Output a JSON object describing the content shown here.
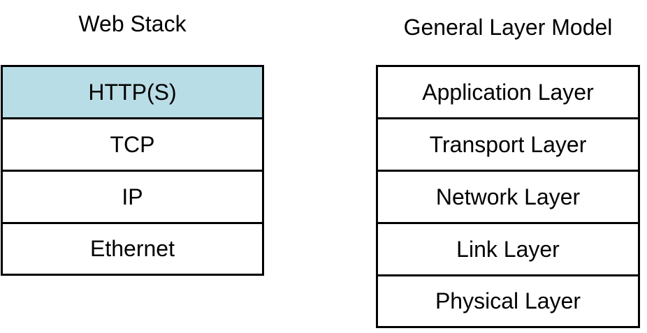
{
  "web_stack": {
    "title": "Web Stack",
    "highlight_color": "#b9dde6",
    "layers": [
      {
        "label": "HTTP(S)",
        "highlighted": true
      },
      {
        "label": "TCP",
        "highlighted": false
      },
      {
        "label": "IP",
        "highlighted": false
      },
      {
        "label": "Ethernet",
        "highlighted": false
      }
    ]
  },
  "general_model": {
    "title": "General Layer Model",
    "layers": [
      {
        "label": "Application Layer"
      },
      {
        "label": "Transport Layer"
      },
      {
        "label": "Network Layer"
      },
      {
        "label": "Link Layer"
      },
      {
        "label": "Physical Layer"
      }
    ]
  }
}
